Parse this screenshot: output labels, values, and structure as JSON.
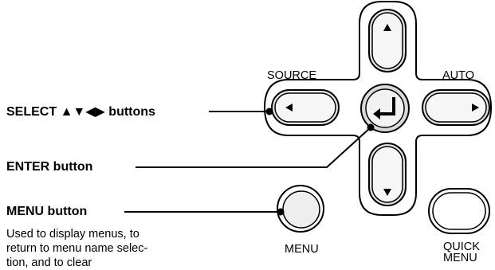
{
  "callouts": {
    "select": "SELECT ▲▼◀▶ buttons",
    "enter": "ENTER button",
    "menu": "MENU button"
  },
  "description": {
    "lines": [
      "Used to display menus, to",
      "return to menu name selec-",
      "tion, and to clear"
    ]
  },
  "button_labels": {
    "source": "SOURCE",
    "auto": "AUTO",
    "menu": "MENU",
    "quick_menu_line1": "QUICK",
    "quick_menu_line2": "MENU"
  },
  "icons": {
    "up": "up-arrow-icon",
    "down": "down-arrow-icon",
    "left": "left-arrow-icon",
    "right": "right-arrow-icon",
    "enter": "enter-return-icon"
  }
}
